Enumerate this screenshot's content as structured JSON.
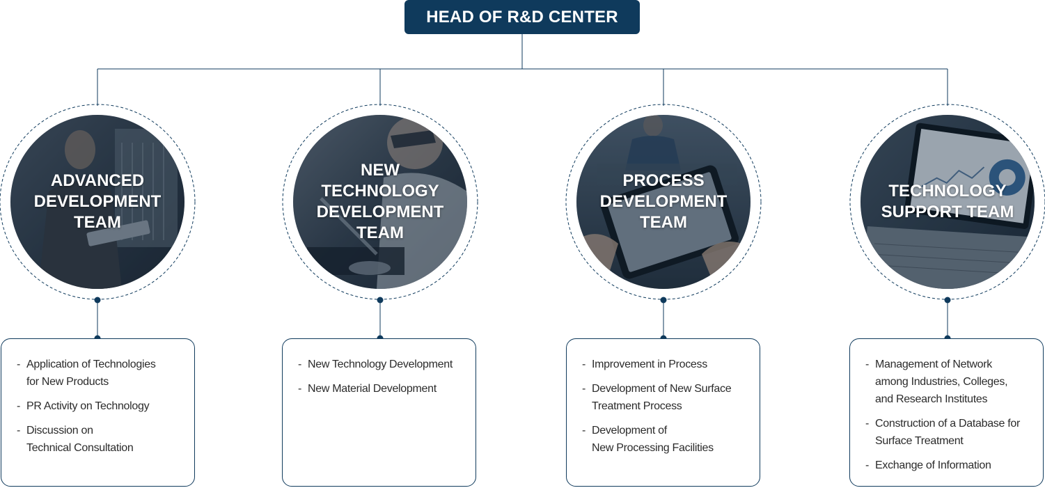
{
  "head": {
    "title": "HEAD OF R&D CENTER"
  },
  "colors": {
    "navy": "#0f3a5c",
    "text": "#2b2b2b"
  },
  "teams": [
    {
      "name": "ADVANCED\nDEVELOPMENT\nTEAM",
      "photo_icon": "tablet-worker-photo-icon",
      "duties": [
        "Application of Technologies\nfor New Products",
        "PR Activity on Technology",
        "Discussion on\nTechnical Consultation"
      ]
    },
    {
      "name": "NEW\nTECHNOLOGY\nDEVELOPMENT\nTEAM",
      "photo_icon": "engineer-soldering-photo-icon",
      "duties": [
        "New Technology Development",
        "New Material Development"
      ]
    },
    {
      "name": "PROCESS\nDEVELOPMENT\nTEAM",
      "photo_icon": "hands-tablet-photo-icon",
      "duties": [
        "Improvement in Process",
        "Development of New Surface\nTreatment Process",
        "Development of\nNew Processing Facilities"
      ]
    },
    {
      "name": "TECHNOLOGY\nSUPPORT TEAM",
      "photo_icon": "laptop-analysis-photo-icon",
      "duties": [
        "Management of Network\namong Industries, Colleges,\nand Research Institutes",
        "Construction of a Database for\nSurface Treatment",
        "Exchange of Information"
      ]
    }
  ]
}
